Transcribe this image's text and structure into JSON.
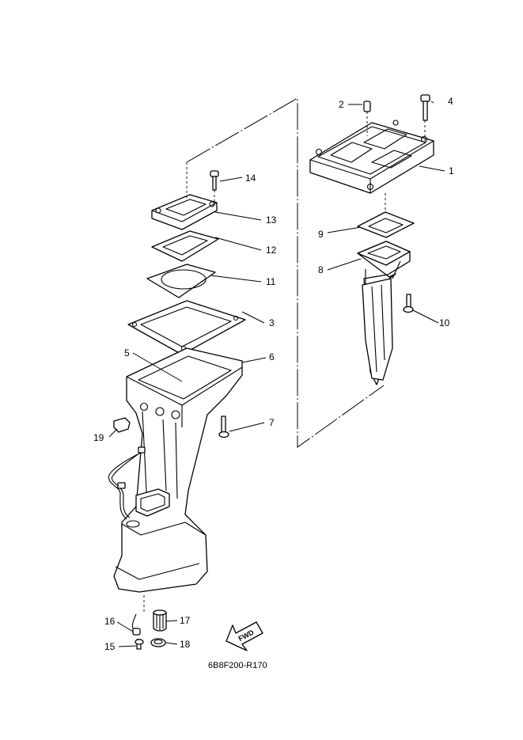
{
  "diagram_code": "6B8F200-R170",
  "fwd_label": "FWD",
  "callouts": [
    {
      "id": "1",
      "label": "1"
    },
    {
      "id": "2",
      "label": "2"
    },
    {
      "id": "3",
      "label": "3"
    },
    {
      "id": "4",
      "label": "4"
    },
    {
      "id": "5",
      "label": "5"
    },
    {
      "id": "6",
      "label": "6"
    },
    {
      "id": "7",
      "label": "7"
    },
    {
      "id": "8",
      "label": "8"
    },
    {
      "id": "9",
      "label": "9"
    },
    {
      "id": "10",
      "label": "10"
    },
    {
      "id": "11",
      "label": "11"
    },
    {
      "id": "12",
      "label": "12"
    },
    {
      "id": "13",
      "label": "13"
    },
    {
      "id": "14",
      "label": "14"
    },
    {
      "id": "15",
      "label": "15"
    },
    {
      "id": "16",
      "label": "16"
    },
    {
      "id": "17",
      "label": "17"
    },
    {
      "id": "18",
      "label": "18"
    },
    {
      "id": "19",
      "label": "19"
    }
  ]
}
